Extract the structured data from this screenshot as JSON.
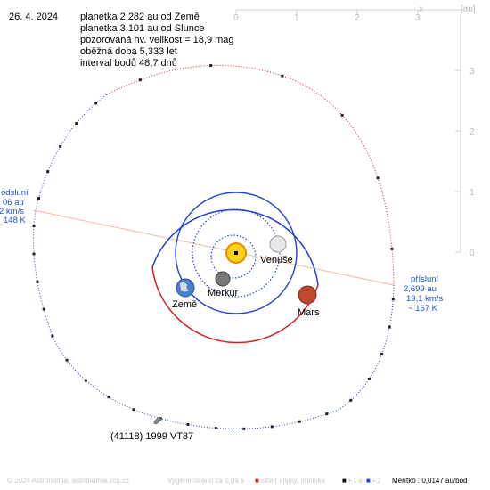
{
  "date": "26. 4. 2024",
  "info_lines": [
    "planetka 2,282 au od Země",
    "planetka 3,101 au od Slunce",
    "pozorovaná hv. velikost = 18,9 mag",
    "oběžná doba 5,333 let",
    "interval bodů 48,7 dnů"
  ],
  "axes": {
    "x_ticks": [
      "0",
      "1",
      "2",
      "3"
    ],
    "x_label": "x",
    "unit_label": "[au]",
    "y_ticks": [
      "3",
      "2",
      "1",
      "0"
    ]
  },
  "aphelion": {
    "title": "odsluní",
    "lines": [
      "06 au",
      "2 km/s",
      "148 K"
    ]
  },
  "perihelion": {
    "title": "přísluní",
    "lines": [
      "2,699 au",
      "19,1 km/s",
      "~ 167 K"
    ]
  },
  "bodies": {
    "venus": "Venuše",
    "mercury": "Merkur",
    "earth": "Země",
    "mars": "Mars"
  },
  "asteroid_label": "(41118) 1999 VT87",
  "footer": {
    "copyright": "© 2024 Astronomia, astronomia.zcu.cz",
    "generated": "Vygenerováno za 0,09 s",
    "center_legend": "střed elipsy, ohniska",
    "f1_legend": "F1 a",
    "f2_legend": "F2",
    "scale": "Měřítko : 0,0147 au/bod"
  },
  "colors": {
    "inner_orbit_blue": "#1f3fd8",
    "outer_orbit_red": "#d42020",
    "apsis_line": "#f5b9a0",
    "sun": "#ffd21a",
    "mars": "#c0482e",
    "venus": "#e8e8e8",
    "label_blue": "#1a4fd6"
  }
}
